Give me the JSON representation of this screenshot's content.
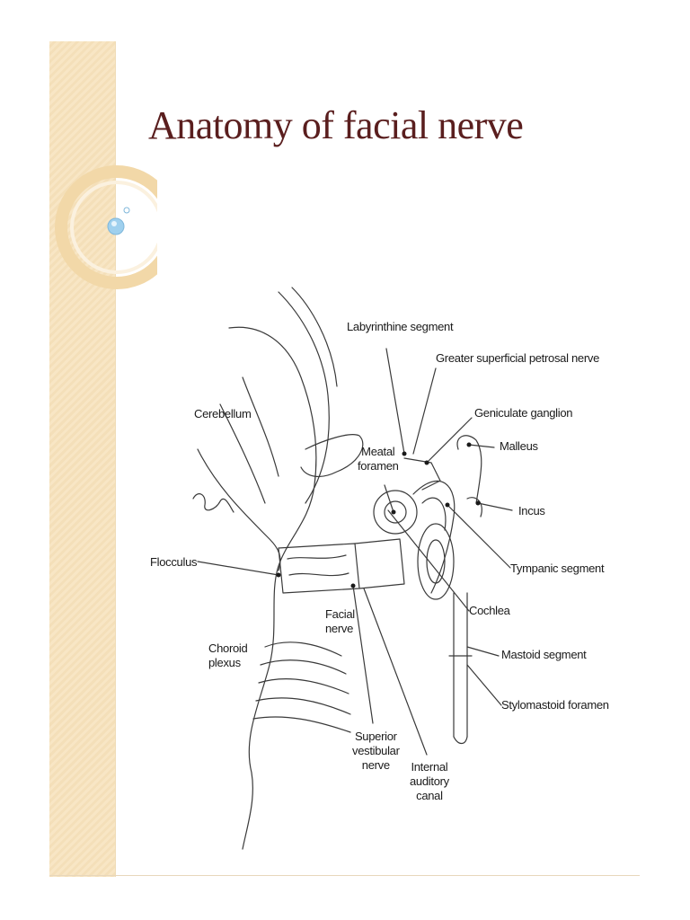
{
  "slide": {
    "title": "Anatomy of facial nerve"
  },
  "diagram": {
    "labels": {
      "labyrinthine_segment": "Labyrinthine segment",
      "greater_superficial_petrosal_nerve": "Greater superficial petrosal nerve",
      "geniculate_ganglion": "Geniculate ganglion",
      "malleus": "Malleus",
      "cerebellum": "Cerebellum",
      "meatal_foramen_line1": "Meatal",
      "meatal_foramen_line2": "foramen",
      "incus": "Incus",
      "flocculus": "Flocculus",
      "tympanic_segment": "Tympanic segment",
      "cochlea": "Cochlea",
      "facial_nerve_line1": "Facial",
      "facial_nerve_line2": "nerve",
      "choroid_plexus_line1": "Choroid",
      "choroid_plexus_line2": "plexus",
      "mastoid_segment": "Mastoid segment",
      "stylomastoid_foramen": "Stylomastoid foramen",
      "superior_vestibular_nerve_line1": "Superior",
      "superior_vestibular_nerve_line2": "vestibular",
      "superior_vestibular_nerve_line3": "nerve",
      "internal_auditory_canal_line1": "Internal",
      "internal_auditory_canal_line2": "auditory",
      "internal_auditory_canal_line3": "canal"
    },
    "colors": {
      "sketch_stroke": "#3a3a3a",
      "title": "#5a1e1e",
      "side_band": "#f7e3be",
      "bubble": "#9fd0ee"
    }
  }
}
